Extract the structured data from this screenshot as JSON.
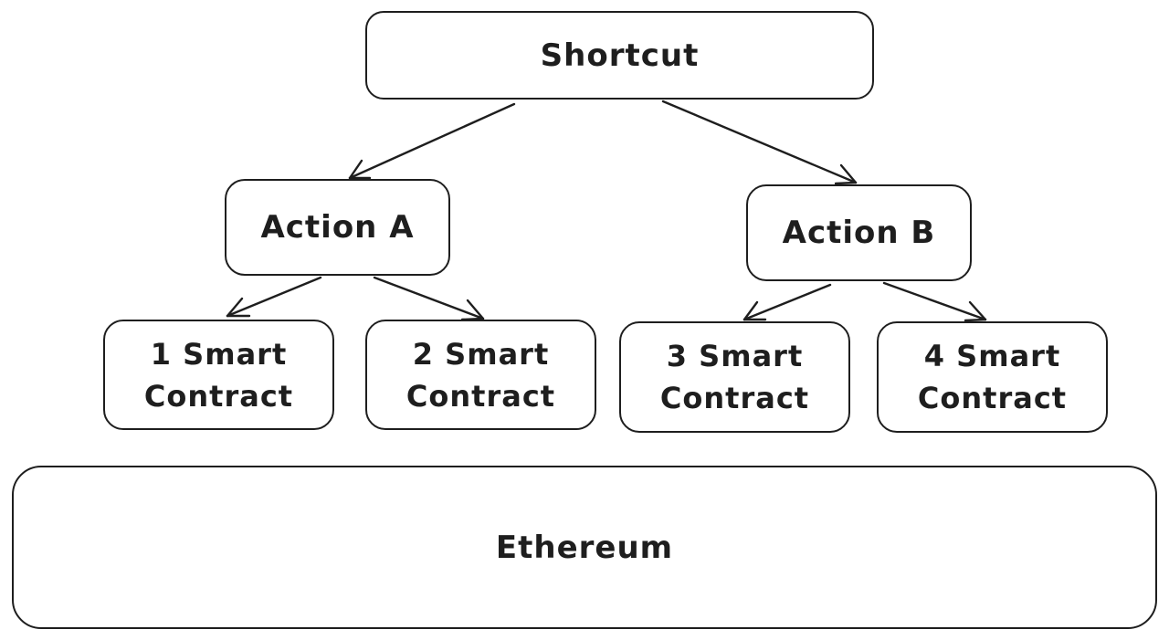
{
  "diagram": {
    "nodes": {
      "shortcut": "Shortcut",
      "action_a": "Action A",
      "action_b": "Action B",
      "smart_contract_1": [
        "1 Smart",
        "Contract"
      ],
      "smart_contract_2": [
        "2 Smart",
        "Contract"
      ],
      "smart_contract_3": [
        "3 Smart",
        "Contract"
      ],
      "smart_contract_4": [
        "4 Smart",
        "Contract"
      ],
      "ethereum": "Ethereum"
    },
    "edges": [
      {
        "from": "Shortcut",
        "to": "Action A"
      },
      {
        "from": "Shortcut",
        "to": "Action B"
      },
      {
        "from": "Action A",
        "to": "1 Smart Contract"
      },
      {
        "from": "Action A",
        "to": "2 Smart Contract"
      },
      {
        "from": "Action B",
        "to": "3 Smart Contract"
      },
      {
        "from": "Action B",
        "to": "4 Smart Contract"
      }
    ],
    "stroke_color": "#1e1e1e",
    "background_color": "#ffffff"
  }
}
